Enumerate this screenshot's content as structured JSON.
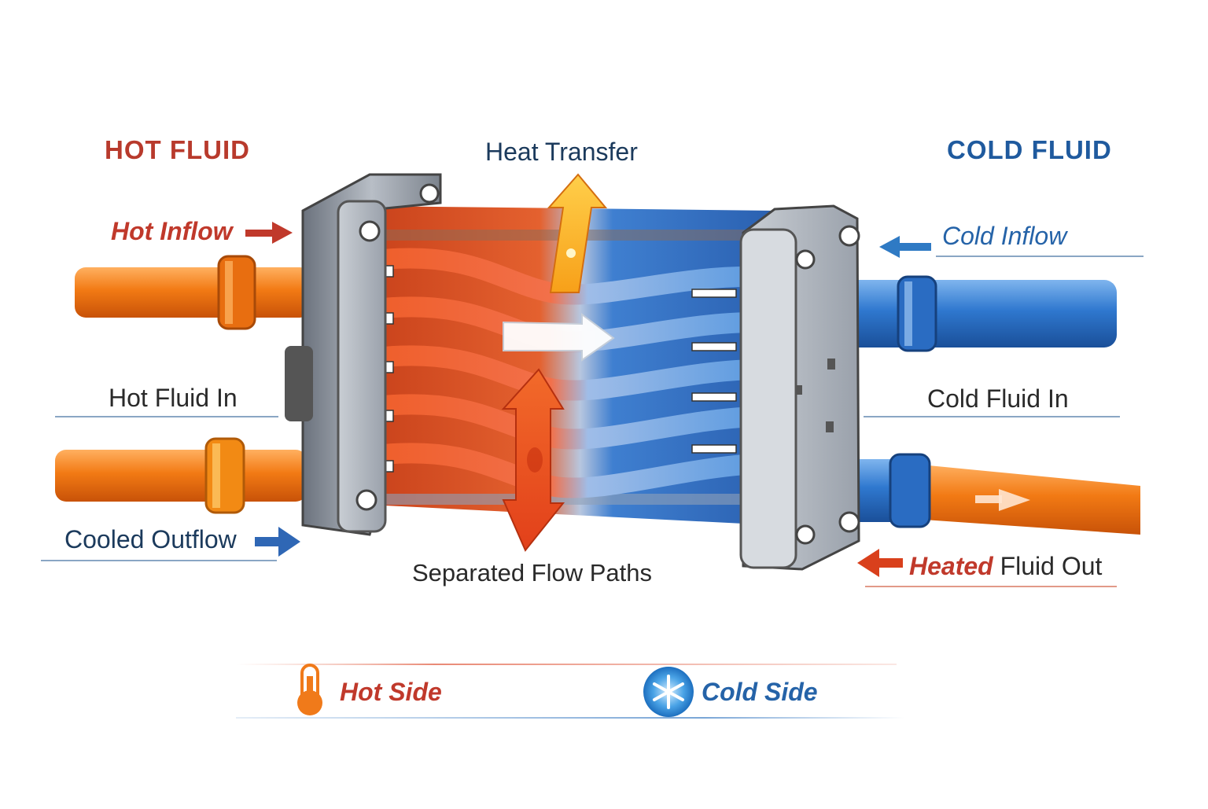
{
  "labels": {
    "hot_fluid": "HOT FLUID",
    "cold_fluid": "COLD FLUID",
    "heat_transfer": "Heat Transfer",
    "hot_inflow": "Hot Inflow",
    "cold_inflow": "Cold Inflow",
    "hot_fluid_in": "Hot Fluid In",
    "cold_fluid_in": "Cold Fluid In",
    "cooled_outflow": "Cooled Outflow",
    "heated_fluid_out_1": "Heated",
    "heated_fluid_out_2": " Fluid Out",
    "separated_flow_paths": "Separated Flow Paths"
  },
  "legend": {
    "hot_side": "Hot Side",
    "cold_side": "Cold Side",
    "hot_icon": "thermometer-icon",
    "cold_icon": "snowflake-icon"
  },
  "colors": {
    "hot_red": "#b83a2c",
    "hot_orange": "#f07a1a",
    "cold_blue": "#2d6fb7",
    "navy_text": "#1b3a5c",
    "dark_text": "#2a2a2a",
    "frame_gray": "#8a9099"
  }
}
